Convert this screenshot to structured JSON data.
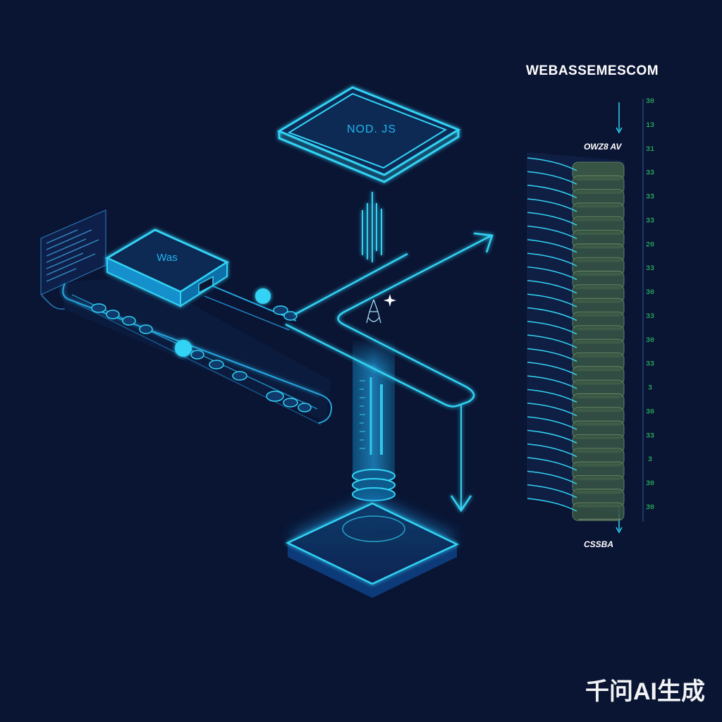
{
  "diagram": {
    "title": "WEBASSEMESCOM",
    "nodes": {
      "node_js": "NOD. JS",
      "wasm_box": "Was"
    },
    "tags": {
      "top": "OWZ8 AV",
      "bottom": "CSSBA"
    },
    "scale_labels": [
      "30",
      "13",
      "31",
      "33",
      "33",
      "33",
      "20",
      "33",
      "30",
      "33",
      "30",
      "33",
      "3",
      "30",
      "33",
      "3",
      "30",
      "30"
    ],
    "watermark": "千问AI生成",
    "colors": {
      "background": "#0a1433",
      "neon": "#33d3f5",
      "glow": "#1e8fd6",
      "stack_fill": "#3a5744",
      "scale_text": "#2fd86a"
    }
  }
}
